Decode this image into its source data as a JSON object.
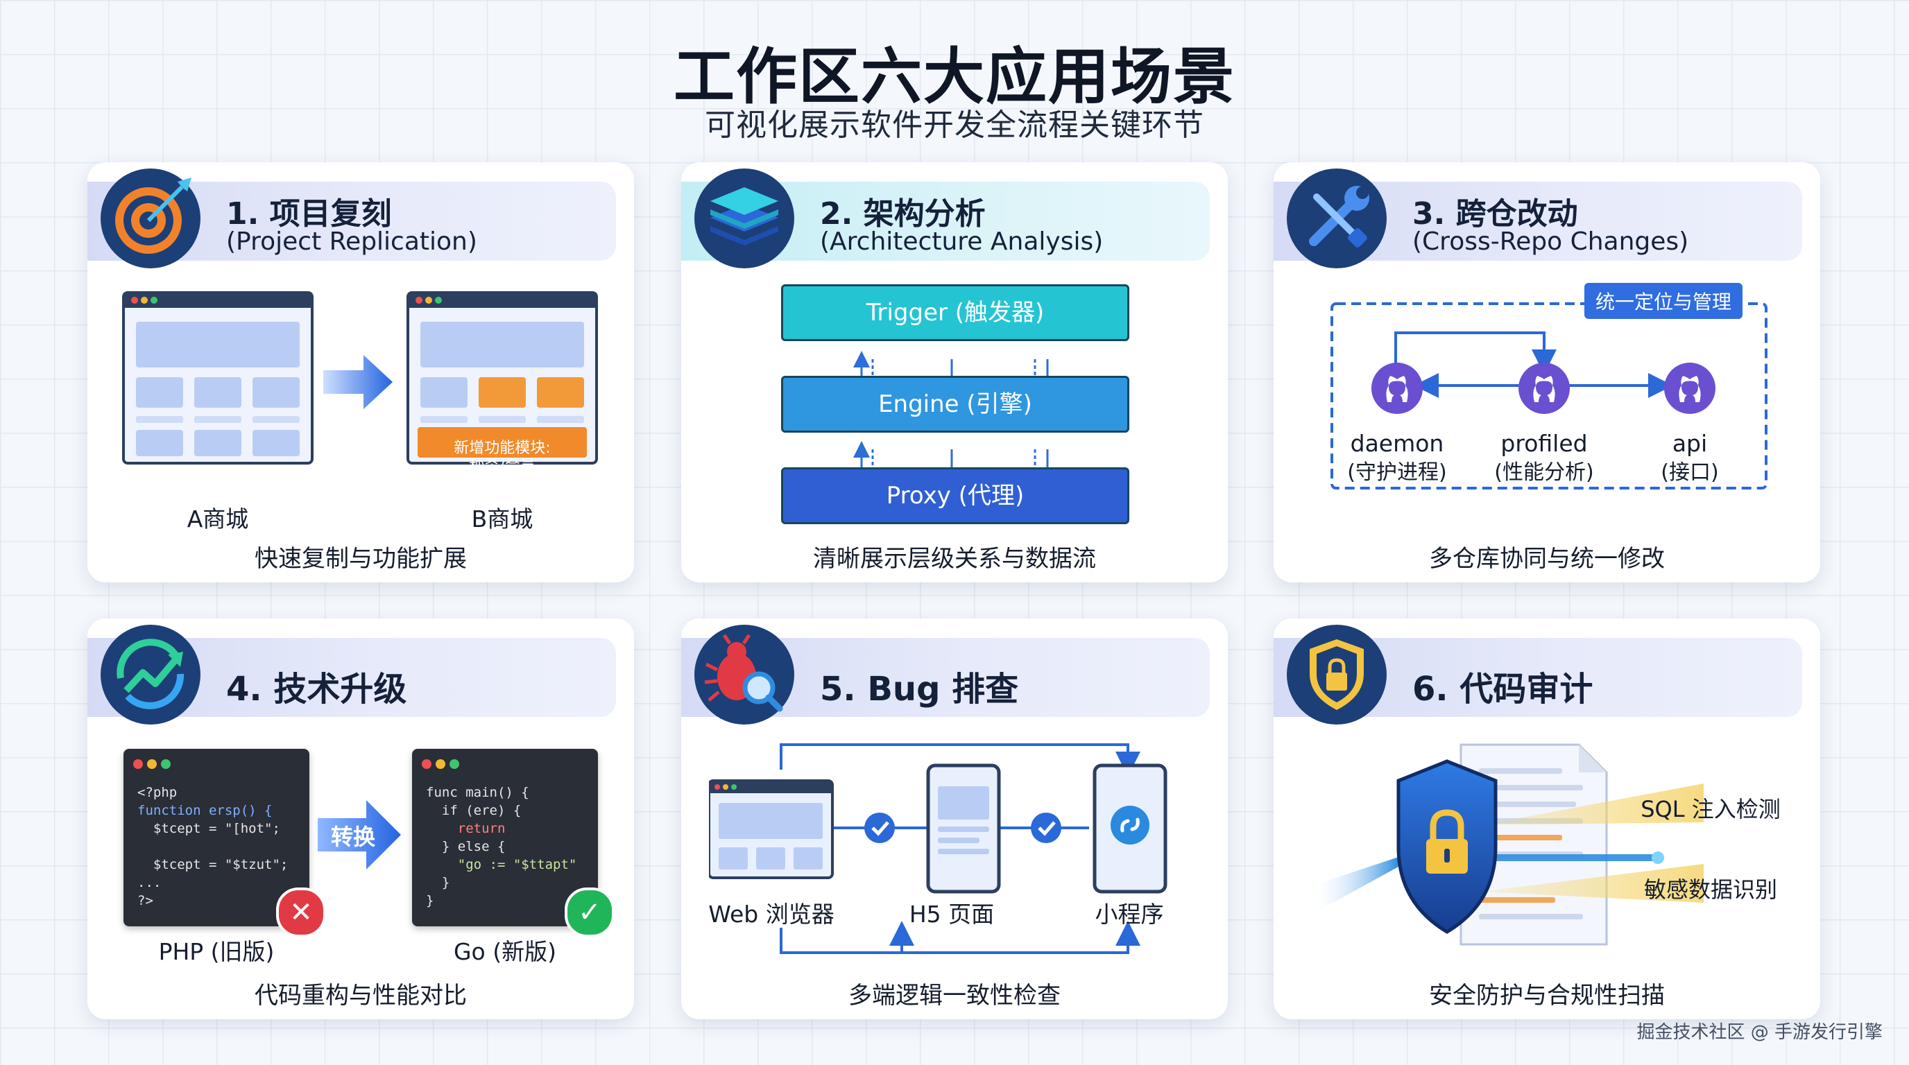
{
  "header": {
    "title": "工作区六大应用场景",
    "subtitle": "可视化展示软件开发全流程关键环节"
  },
  "cards": [
    {
      "title": "1. 项目复刻",
      "subtitle": "(Project Replication)",
      "icon": "target-icon",
      "left_label": "A商城",
      "right_label": "B商城",
      "new_module_line1": "新增功能模块:",
      "new_module_line2": "秒杀/会员",
      "caption": "快速复制与功能扩展"
    },
    {
      "title": "2. 架构分析",
      "subtitle": "(Architecture Analysis)",
      "icon": "layers-icon",
      "layers": [
        "Trigger (触发器)",
        "Engine (引擎)",
        "Proxy (代理)"
      ],
      "caption": "清晰展示层级关系与数据流"
    },
    {
      "title": "3. 跨仓改动",
      "subtitle": "(Cross-Repo Changes)",
      "icon": "wrench-screwdriver-icon",
      "tag": "统一定位与管理",
      "repos": [
        {
          "name": "daemon",
          "desc": "(守护进程)"
        },
        {
          "name": "profiled",
          "desc": "(性能分析)"
        },
        {
          "name": "api",
          "desc": "(接口)"
        }
      ],
      "caption": "多仓库协同与统一修改"
    },
    {
      "title": "4. 技术升级",
      "icon": "growth-chart-icon",
      "old_code": [
        "<?php",
        "function ersp() {",
        "  $tcept = \"[hot\";",
        "",
        "  $tcept = \"$tzut\";",
        "...",
        "?>"
      ],
      "new_code": [
        "func main() {",
        "  if (ere) {",
        "    return",
        "  } else {",
        "    \"go := \"$ttapt\"",
        "  }",
        "}"
      ],
      "convert_label": "转换",
      "old_label": "PHP (旧版)",
      "new_label": "Go (新版)",
      "caption": "代码重构与性能对比"
    },
    {
      "title": "5. Bug 排查",
      "icon": "bug-search-icon",
      "platforms": [
        "Web 浏览器",
        "H5 页面",
        "小程序"
      ],
      "caption": "多端逻辑一致性检查"
    },
    {
      "title": "6. 代码审计",
      "icon": "shield-lock-icon",
      "findings": [
        "SQL 注入检测",
        "敏感数据识别"
      ],
      "caption": "安全防护与合规性扫描"
    }
  ],
  "footer": "掘金技术社区 @ 手游发行引擎",
  "colors": {
    "accent_blue": "#2f6de0",
    "orange": "#f08a2b",
    "cyan": "#2ac7d6",
    "green": "#21b55a",
    "red": "#e23a44"
  }
}
